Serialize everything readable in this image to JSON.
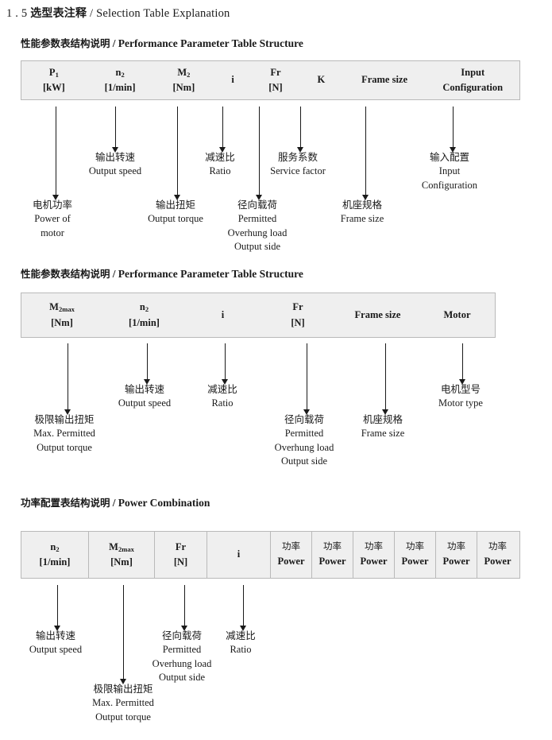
{
  "document": {
    "title_number": "1 . 5",
    "title_cn": "选型表注释",
    "title_sep": "/",
    "title_en": "Selection Table Explanation"
  },
  "sections": [
    {
      "heading_cn": "性能参数表结构说明",
      "heading_sep": "/",
      "heading_en": "Performance Parameter Table Structure",
      "table": {
        "columns": [
          {
            "line1": "P",
            "sub1": "1",
            "line2": "[kW]"
          },
          {
            "line1": "n",
            "sub1": "2",
            "line2": "[1/min]"
          },
          {
            "line1": "M",
            "sub1": "2",
            "line2": "[Nm]"
          },
          {
            "line1": "i",
            "sub1": "",
            "line2": ""
          },
          {
            "line1": "Fr",
            "sub1": "",
            "line2": "[N]"
          },
          {
            "line1": "K",
            "sub1": "",
            "line2": ""
          },
          {
            "line1": "Frame size",
            "sub1": "",
            "line2": ""
          },
          {
            "line1": "Input",
            "sub1": "",
            "line2": "Configuration"
          }
        ]
      },
      "annotations": [
        {
          "cn": "电机功率",
          "en": [
            "Power of",
            "motor"
          ]
        },
        {
          "cn": "输出转速",
          "en": [
            "Output speed"
          ]
        },
        {
          "cn": "输出扭矩",
          "en": [
            "Output torque"
          ]
        },
        {
          "cn": "减速比",
          "en": [
            "Ratio"
          ]
        },
        {
          "cn": "径向载荷",
          "en": [
            "Permitted",
            "Overhung load",
            "Output side"
          ]
        },
        {
          "cn": "服务系数",
          "en": [
            "Service factor"
          ]
        },
        {
          "cn": "机座规格",
          "en": [
            "Frame size"
          ]
        },
        {
          "cn": "输入配置",
          "en": [
            "Input",
            "Configuration"
          ]
        }
      ]
    },
    {
      "heading_cn": "性能参数表结构说明",
      "heading_sep": "/",
      "heading_en": "Performance Parameter Table Structure",
      "table": {
        "columns": [
          {
            "line1": "M",
            "sub1": "2max",
            "line2": "[Nm]"
          },
          {
            "line1": "n",
            "sub1": "2",
            "line2": "[1/min]"
          },
          {
            "line1": "i",
            "sub1": "",
            "line2": ""
          },
          {
            "line1": "Fr",
            "sub1": "",
            "line2": "[N]"
          },
          {
            "line1": "Frame size",
            "sub1": "",
            "line2": ""
          },
          {
            "line1": "Motor",
            "sub1": "",
            "line2": ""
          }
        ]
      },
      "annotations": [
        {
          "cn": "极限输出扭矩",
          "en": [
            "Max. Permitted",
            "Output  torque"
          ]
        },
        {
          "cn": "输出转速",
          "en": [
            "Output speed"
          ]
        },
        {
          "cn": "减速比",
          "en": [
            "Ratio"
          ]
        },
        {
          "cn": "径向载荷",
          "en": [
            "Permitted",
            "Overhung load",
            "Output side"
          ]
        },
        {
          "cn": "机座规格",
          "en": [
            "Frame size"
          ]
        },
        {
          "cn": "电机型号",
          "en": [
            "Motor type"
          ]
        }
      ]
    },
    {
      "heading_cn": "功率配置表结构说明",
      "heading_sep": "/",
      "heading_en": "Power Combination",
      "table": {
        "columns": [
          {
            "line1": "n",
            "sub1": "2",
            "line2": "[1/min]"
          },
          {
            "line1": "M",
            "sub1": "2max",
            "line2": "[Nm]"
          },
          {
            "line1": "Fr",
            "sub1": "",
            "line2": "[N]"
          },
          {
            "line1": "i",
            "sub1": "",
            "line2": ""
          },
          {
            "cn_line": "功率",
            "line2": "Power"
          },
          {
            "cn_line": "功率",
            "line2": "Power"
          },
          {
            "cn_line": "功率",
            "line2": "Power"
          },
          {
            "cn_line": "功率",
            "line2": "Power"
          },
          {
            "cn_line": "功率",
            "line2": "Power"
          },
          {
            "cn_line": "功率",
            "line2": "Power"
          }
        ]
      },
      "annotations": [
        {
          "cn": "输出转速",
          "en": [
            "Output speed"
          ]
        },
        {
          "cn": "极限输出扭矩",
          "en": [
            "Max. Permitted",
            "Output  torque"
          ]
        },
        {
          "cn": "径向载荷",
          "en": [
            "Permitted",
            "Overhung load",
            "Output side"
          ]
        },
        {
          "cn": "减速比",
          "en": [
            "Ratio"
          ]
        }
      ]
    }
  ],
  "colors": {
    "table_fill": "#efefef",
    "table_border": "#b9b9b9",
    "text": "#1a1a1a"
  }
}
